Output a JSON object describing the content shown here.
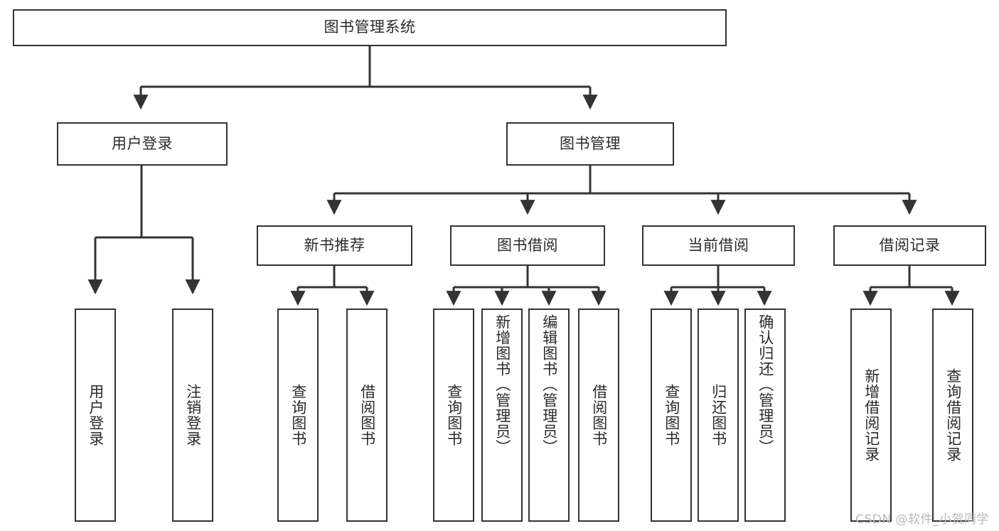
{
  "diagram": {
    "title": "图书管理系统",
    "watermark": "CSDN @软件_小贺同学",
    "root": {
      "label": "图书管理系统"
    },
    "level1": [
      {
        "label": "用户登录"
      },
      {
        "label": "图书管理"
      }
    ],
    "level2": [
      {
        "label": "新书推荐"
      },
      {
        "label": "图书借阅"
      },
      {
        "label": "当前借阅"
      },
      {
        "label": "借阅记录"
      }
    ],
    "leaves": {
      "user_login": [
        {
          "label": "用户登录"
        },
        {
          "label": "注销登录"
        }
      ],
      "new_book": [
        {
          "label": "查询图书"
        },
        {
          "label": "借阅图书"
        }
      ],
      "borrow": [
        {
          "label": "查询图书"
        },
        {
          "label": "新增图书（管理员）"
        },
        {
          "label": "编辑图书（管理员）"
        },
        {
          "label": "借阅图书"
        }
      ],
      "current": [
        {
          "label": "查询图书"
        },
        {
          "label": "归还图书"
        },
        {
          "label": "确认归还（管理员）"
        }
      ],
      "records": [
        {
          "label": "新增借阅记录"
        },
        {
          "label": "查询借阅记录"
        }
      ]
    },
    "colors": {
      "stroke": "#333333",
      "fill": "#ffffff",
      "text": "#2a2a2a",
      "watermark": "#b9b9b9"
    }
  }
}
